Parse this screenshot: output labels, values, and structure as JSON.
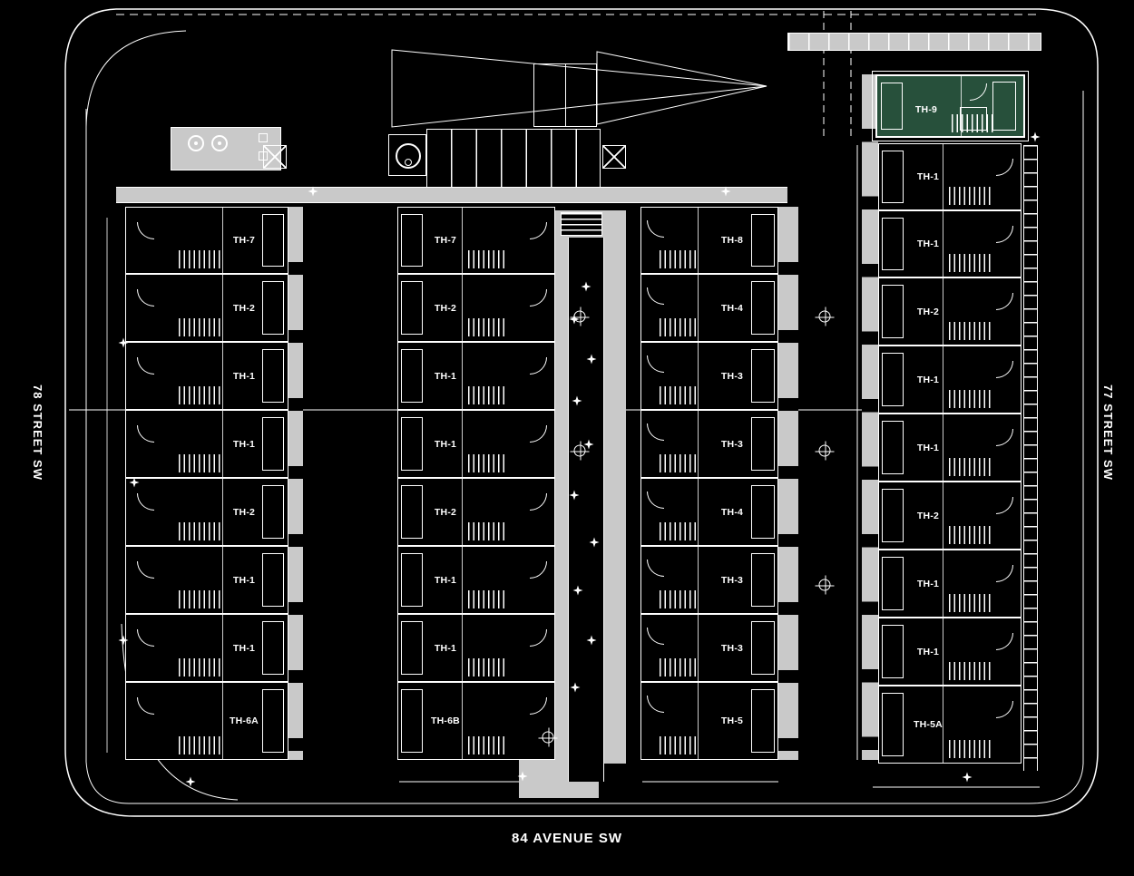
{
  "colors": {
    "bg": "#000000",
    "line": "#ffffff",
    "lane": "#c9c9c9",
    "highlight": "#27503b"
  },
  "streets": {
    "left": "78 STREET SW",
    "right": "77 STREET SW",
    "bottom": "84 AVENUE SW"
  },
  "highlighted_unit": "TH-9",
  "columns": [
    {
      "name": "block-1",
      "units": [
        "TH-7",
        "TH-2",
        "TH-1",
        "TH-1",
        "TH-2",
        "TH-1",
        "TH-1",
        "TH-6A"
      ]
    },
    {
      "name": "block-2",
      "units": [
        "TH-7",
        "TH-2",
        "TH-1",
        "TH-1",
        "TH-2",
        "TH-1",
        "TH-1",
        "TH-6B"
      ]
    },
    {
      "name": "block-3",
      "units": [
        "TH-8",
        "TH-4",
        "TH-3",
        "TH-3",
        "TH-4",
        "TH-3",
        "TH-3",
        "TH-5"
      ]
    },
    {
      "name": "block-4",
      "units": [
        "TH-9",
        "TH-1",
        "TH-1",
        "TH-2",
        "TH-1",
        "TH-1",
        "TH-2",
        "TH-1",
        "TH-1",
        "TH-5A"
      ]
    }
  ]
}
